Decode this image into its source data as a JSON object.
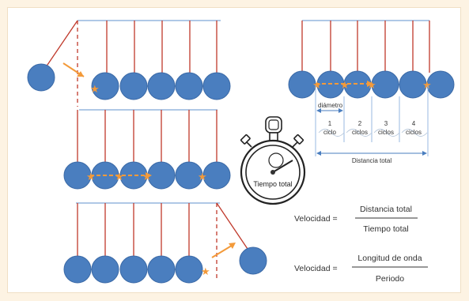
{
  "colors": {
    "background": "#fdf3e3",
    "panel": "#ffffff",
    "ball_fill": "#4a7ebf",
    "ball_stroke": "#3b6aa7",
    "string": "#c0392b",
    "bar": "#7fa6d6",
    "arrow": "#f39a3a",
    "star": "#f39a3a",
    "measure": "#4a7ebf",
    "text": "#333333"
  },
  "labels": {
    "diameter": "diámetro",
    "cycle_1": "1",
    "cycle_1_word": "ciclo",
    "cycle_2": "2",
    "cycle_2_word": "ciclos",
    "cycle_3": "3",
    "cycle_3_word": "ciclos",
    "cycle_4": "4",
    "cycle_4_word": "ciclos",
    "total_distance": "Distancia total",
    "stopwatch": "Tiempo total"
  },
  "formulas": {
    "row1": {
      "lhs": "Velocidad =",
      "numerator": "Distancia total",
      "denominator": "Tiempo total"
    },
    "row2": {
      "lhs": "Velocidad =",
      "numerator": "Longitud de onda",
      "denominator": "Periodo"
    }
  }
}
